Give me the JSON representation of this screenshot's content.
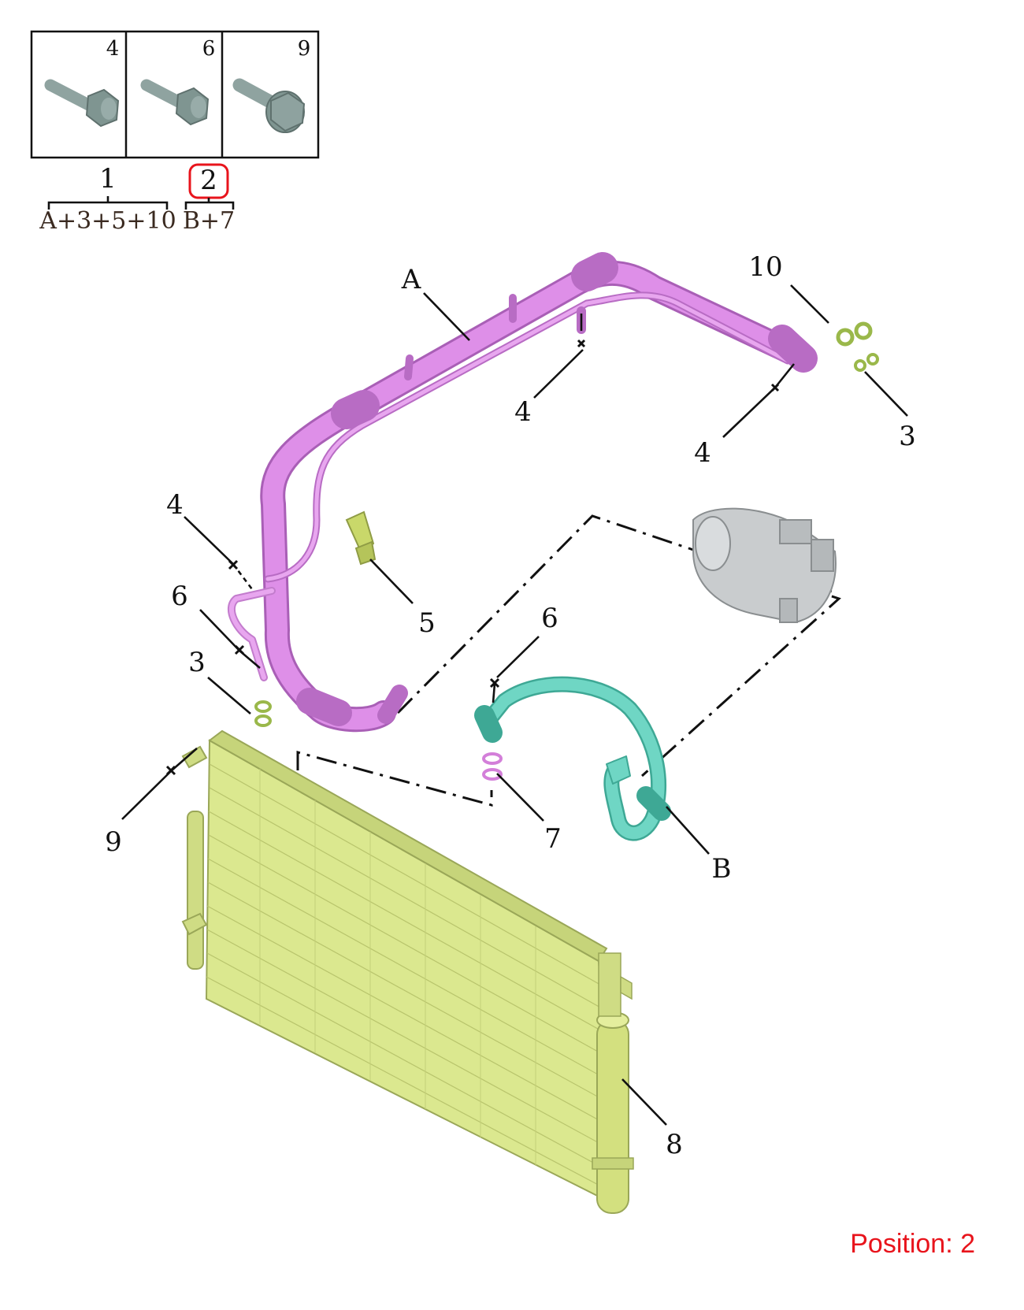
{
  "legend": {
    "boxes": [
      {
        "label": "4"
      },
      {
        "label": "6"
      },
      {
        "label": "9"
      }
    ],
    "groups": [
      {
        "number": "1",
        "contents": "A+3+5+10"
      },
      {
        "number": "2",
        "contents": "B+7",
        "selected": true
      }
    ]
  },
  "callouts": {
    "A": "A",
    "B": "B",
    "c10": "10",
    "c3_top": "3",
    "c4_mid": "4",
    "c4_right": "4",
    "c4_left": "4",
    "c5": "5",
    "c6_left": "6",
    "c6_mid": "6",
    "c3_left": "3",
    "c7": "7",
    "c9": "9",
    "c8": "8"
  },
  "position": {
    "text": "Position: 2"
  },
  "colors": {
    "pipe_a": "#de8fe8",
    "pipe_b": "#6fd6c4",
    "condenser": "#dbe88f",
    "bolt": "#8fa3a0",
    "compressor": "#c9ccce",
    "selection": "#e8141c"
  }
}
